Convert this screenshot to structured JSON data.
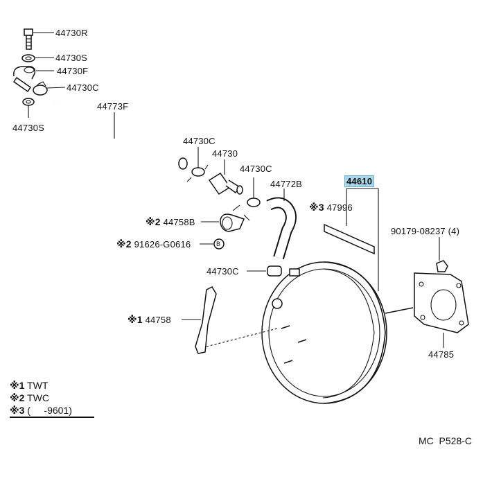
{
  "parts": [
    {
      "id": "44730R",
      "text": "44730R"
    },
    {
      "id": "44730S_top",
      "text": "44730S"
    },
    {
      "id": "44730F",
      "text": "44730F"
    },
    {
      "id": "44730C_top",
      "text": "44730C"
    },
    {
      "id": "44730S_left",
      "text": "44730S"
    },
    {
      "id": "44773F",
      "text": "44773F"
    },
    {
      "id": "44730C_mid",
      "text": "44730C"
    },
    {
      "id": "44730",
      "text": "44730"
    },
    {
      "id": "44730C_right",
      "text": "44730C"
    },
    {
      "id": "44772B",
      "text": "44772B"
    },
    {
      "id": "44610",
      "text": "44610"
    },
    {
      "id": "47996",
      "text": "47996"
    },
    {
      "id": "44758B",
      "text": "44758B"
    },
    {
      "id": "91626",
      "text": "91626-G0616"
    },
    {
      "id": "90179",
      "text": "90179-08237 (4)"
    },
    {
      "id": "44730C_low",
      "text": "44730C"
    },
    {
      "id": "44758",
      "text": "44758"
    },
    {
      "id": "44785",
      "text": "44785"
    }
  ],
  "marks": {
    "m1": "※1",
    "m2": "※2",
    "m3": "※3"
  },
  "circle_b": "B",
  "legend": [
    {
      "mark": "※1",
      "text": "TWT"
    },
    {
      "mark": "※2",
      "text": "TWC"
    },
    {
      "mark": "※3",
      "text": "(     -9601)"
    }
  ],
  "diagram_code": "MC  P528-C",
  "colors": {
    "highlight": "#a9d6ea",
    "ink": "#111111"
  }
}
